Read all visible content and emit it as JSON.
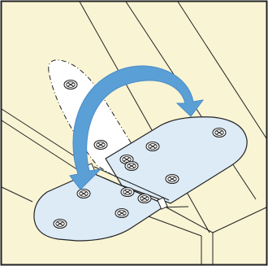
{
  "illustration": {
    "subject": "hinge-flap-rotation",
    "colors": {
      "background": "#f9f4d4",
      "frame": "#222222",
      "hinge_fill": "#dcebf6",
      "ghost_fill": "#ffffff",
      "arrow": "#5a9fd6",
      "arrow_stroke": "#4a8dc6",
      "line": "#222222"
    },
    "screw_icon": "phillips-screw-icon",
    "arrow_icon": "curved-rotation-arrow-icon",
    "screws": {
      "ghost_flap": 4,
      "lower_leaf": 5,
      "upper_leaf": 3
    }
  }
}
